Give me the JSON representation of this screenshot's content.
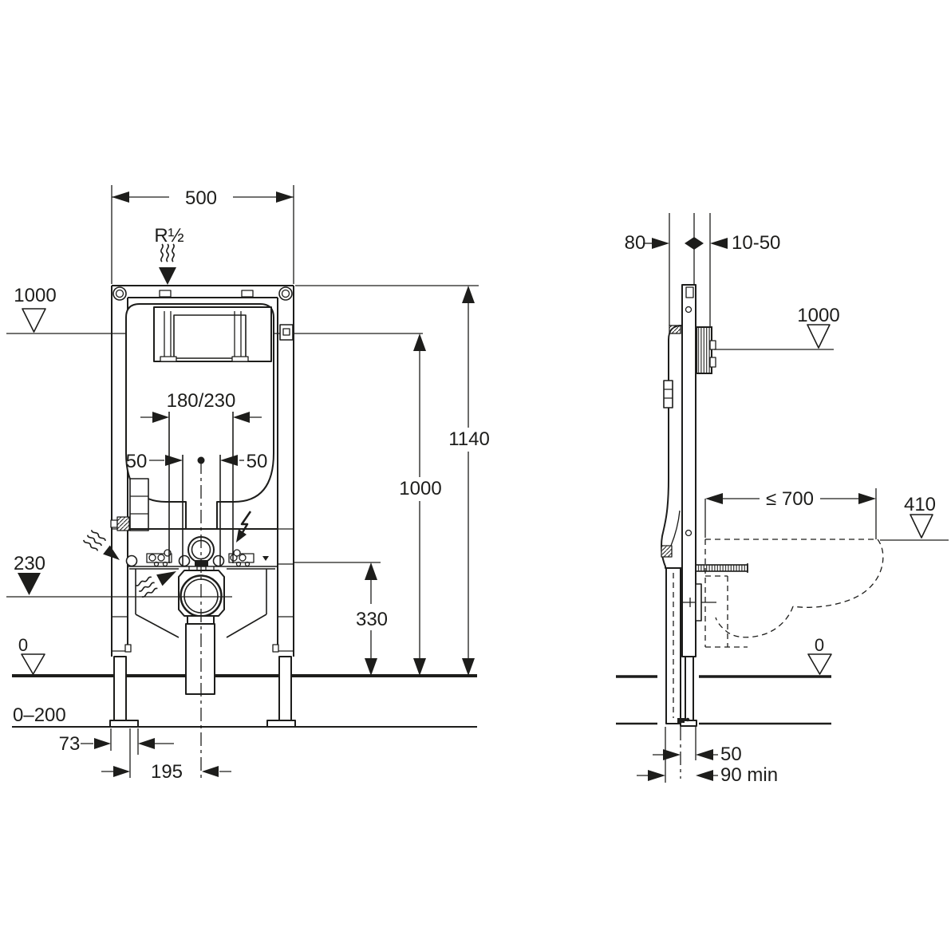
{
  "colors": {
    "line": "#1d1d1b",
    "background": "#ffffff"
  },
  "front_view": {
    "dim_width": "500",
    "label_water_supply": "R½",
    "level_top": "1000",
    "dim_rod_spacing": "180/230",
    "dim_offset_left": "50",
    "dim_offset_right": "50",
    "level_outlet": "230",
    "level_floor": "0",
    "dim_floor_range": "0–200",
    "dim_foot": "73",
    "dim_leg_to_center": "195",
    "dim_support_height": "330",
    "dim_inner_height": "1000",
    "dim_frame_height": "1140"
  },
  "side_view": {
    "dim_frame_depth": "80",
    "dim_finish_thickness": "10-50",
    "level_actuator": "1000",
    "dim_pan_depth": "≤ 700",
    "level_pan_top": "410",
    "level_floor": "0",
    "dim_pipe_to_front": "50",
    "dim_wall_min": "90 min"
  }
}
